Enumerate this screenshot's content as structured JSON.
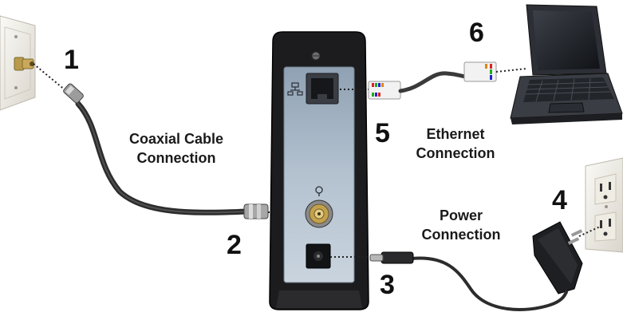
{
  "steps": {
    "s1": "1",
    "s2": "2",
    "s3": "3",
    "s4": "4",
    "s5": "5",
    "s6": "6"
  },
  "labels": {
    "coax_line1": "Coaxial Cable",
    "coax_line2": "Connection",
    "ethernet_line1": "Ethernet",
    "ethernet_line2": "Connection",
    "power_line1": "Power",
    "power_line2": "Connection"
  },
  "colors": {
    "modem_body": "#1c1c1e",
    "modem_panel": "#a9b8c7",
    "cable": "#3a3a3a",
    "wall_plate": "#efece6",
    "laptop": "#2a2d33"
  }
}
